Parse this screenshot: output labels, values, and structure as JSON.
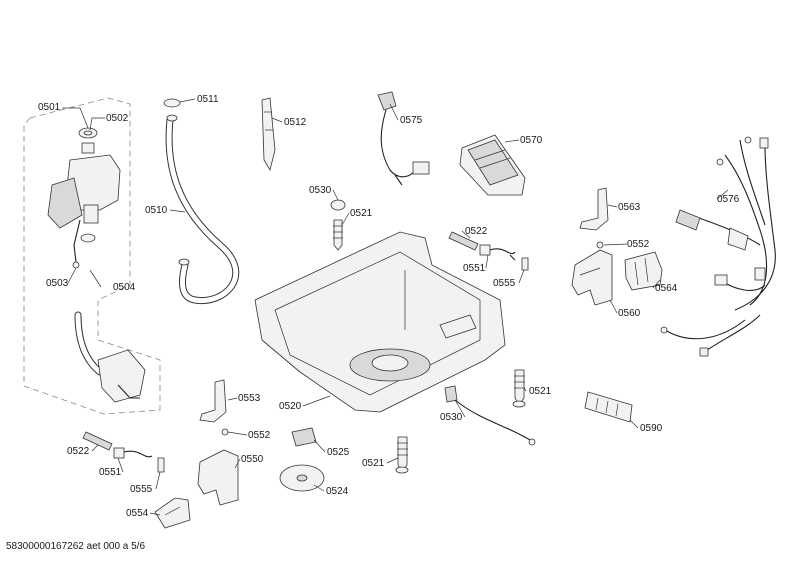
{
  "diagram": {
    "parts": [
      {
        "code": "0501"
      },
      {
        "code": "0502"
      },
      {
        "code": "0503"
      },
      {
        "code": "0504"
      },
      {
        "code": "0510"
      },
      {
        "code": "0511"
      },
      {
        "code": "0512"
      },
      {
        "code": "0520"
      },
      {
        "code": "0521"
      },
      {
        "code": "0521"
      },
      {
        "code": "0521"
      },
      {
        "code": "0522"
      },
      {
        "code": "0522"
      },
      {
        "code": "0524"
      },
      {
        "code": "0525"
      },
      {
        "code": "0530"
      },
      {
        "code": "0530"
      },
      {
        "code": "0550"
      },
      {
        "code": "0551"
      },
      {
        "code": "0551"
      },
      {
        "code": "0552"
      },
      {
        "code": "0552"
      },
      {
        "code": "0553"
      },
      {
        "code": "0554"
      },
      {
        "code": "0555"
      },
      {
        "code": "0555"
      },
      {
        "code": "0560"
      },
      {
        "code": "0563"
      },
      {
        "code": "0564"
      },
      {
        "code": "0570"
      },
      {
        "code": "0575"
      },
      {
        "code": "0576"
      },
      {
        "code": "0590"
      }
    ]
  },
  "footer": {
    "text": "58300000167262 aet 000 a 5/6"
  }
}
